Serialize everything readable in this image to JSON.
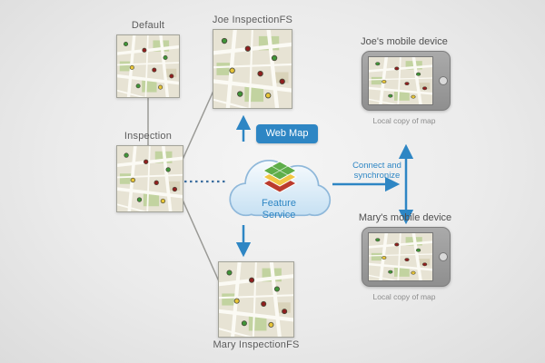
{
  "nodes": {
    "default": {
      "label": "Default"
    },
    "joe_fs": {
      "label": "Joe InspectionFS"
    },
    "inspection": {
      "label": "Inspection"
    },
    "mary_fs": {
      "label": "Mary InspectionFS"
    }
  },
  "cloud": {
    "badge": "Web Map",
    "service_line1": "Feature",
    "service_line2": "Service"
  },
  "sync": {
    "line1": "Connect and",
    "line2": "synchronize"
  },
  "devices": {
    "joe": {
      "label": "Joe's mobile device",
      "caption": "Local copy of map"
    },
    "mary": {
      "label": "Mary's mobile device",
      "caption": "Local copy of map"
    }
  },
  "colors": {
    "accent": "#2e86c4",
    "label_gray": "#5c5c5c"
  }
}
